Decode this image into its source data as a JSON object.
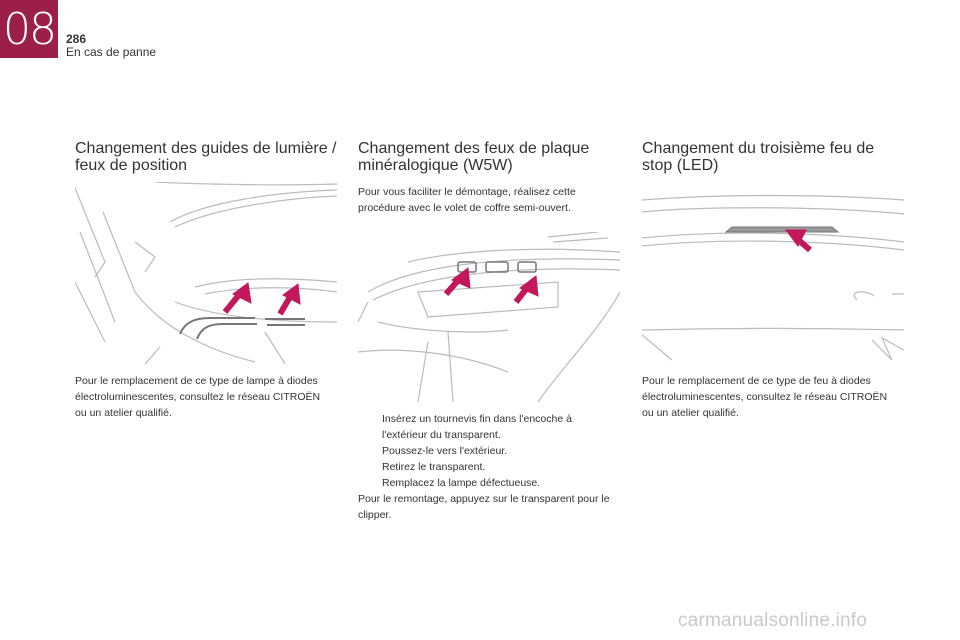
{
  "header": {
    "chapter": "08",
    "page_number": "286",
    "section": "En cas de panne"
  },
  "columns": [
    {
      "heading": "Changement des guides de lumière / feux de position",
      "after_text": "Pour le remplacement de ce type de lampe à diodes électroluminescentes, consultez le réseau CITROËN ou un atelier qualifié."
    },
    {
      "heading": "Changement des feux de plaque minéralogique (W5W)",
      "intro": "Pour vous faciliter le démontage, réalisez cette procédure avec le volet de coffre semi-ouvert.",
      "steps": [
        "Insérez un tournevis fin dans l'encoche à l'extérieur du transparent.",
        "Poussez-le vers l'extérieur.",
        "Retirez le transparent.",
        "Remplacez la lampe défectueuse."
      ],
      "outro": "Pour le remontage, appuyez sur le transparent pour le clipper."
    },
    {
      "heading": "Changement du troisième feu de stop (LED)",
      "after_text": "Pour le remplacement de ce type de feu à diodes électroluminescentes, consultez le réseau CITROËN ou un atelier qualifié."
    }
  ],
  "bullet_glyph": "",
  "watermark": "carmanualsonline.info",
  "colors": {
    "accent": "#9c1f47",
    "arrow": "#c2185b",
    "text": "#333333",
    "line_art": "#bbbbbb"
  }
}
